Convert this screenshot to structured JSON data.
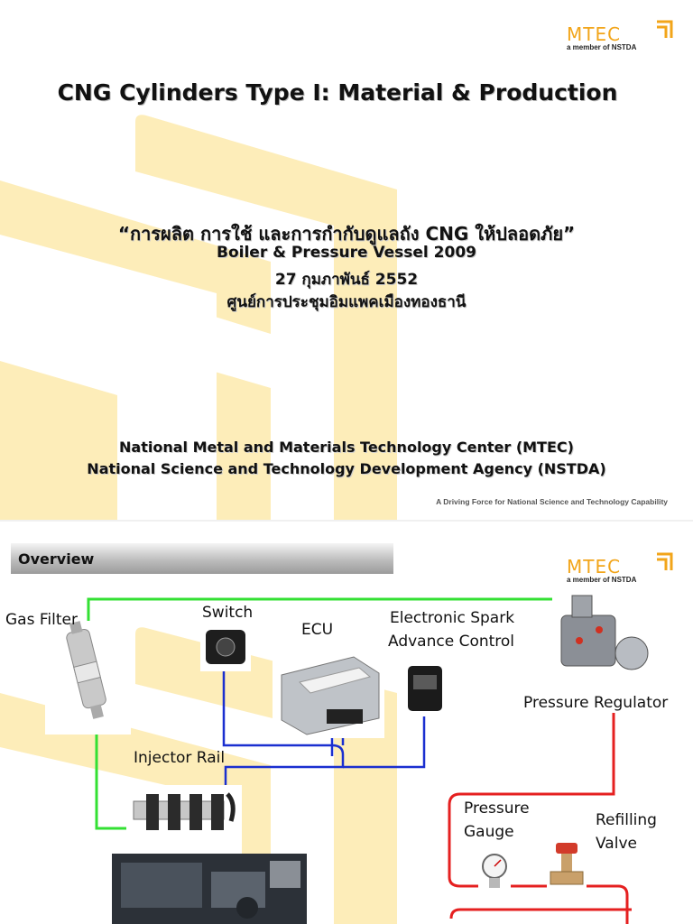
{
  "slide1": {
    "logo": {
      "word_mtec": "MTEC",
      "subtitle": "a member of NSTDA"
    },
    "title": "CNG Cylinders Type I: Material & Production",
    "thai_title": "“การผลิต การใช้ และการกำกับดูแลถัง CNG ให้ปลอดภัย”",
    "event": "Boiler & Pressure Vessel 2009",
    "date": "27 กุมภาพันธ์ 2552",
    "venue": "ศูนย์การประชุมอิมแพคเมืองทองธานี",
    "org_line1": "National Metal and Materials Technology Center (MTEC)",
    "org_line2": "National Science and Technology Development Agency (NSTDA)",
    "tagline": "A Driving Force for National Science and Technology Capability"
  },
  "slide2": {
    "heading": "Overview",
    "logo": {
      "word_mtec": "MTEC",
      "subtitle": "a member of NSTDA"
    },
    "labels": {
      "gas_filter": "Gas Filter",
      "switch": "Switch",
      "ecu": "ECU",
      "spark_line1": "Electronic Spark",
      "spark_line2": "Advance Control",
      "pressure_regulator": "Pressure Regulator",
      "injector_rail": "Injector Rail",
      "pressure_gauge_line1": "Pressure",
      "pressure_gauge_line2": "Gauge",
      "refilling_line1": "Refilling",
      "refilling_line2": "Valve"
    },
    "colors": {
      "brand_orange": "#f2a51a",
      "background_yellow": "#fde9b0",
      "fuel_line_green": "#33e033",
      "signal_line_blue": "#1a2fd0",
      "gas_line_red": "#e52020"
    }
  }
}
